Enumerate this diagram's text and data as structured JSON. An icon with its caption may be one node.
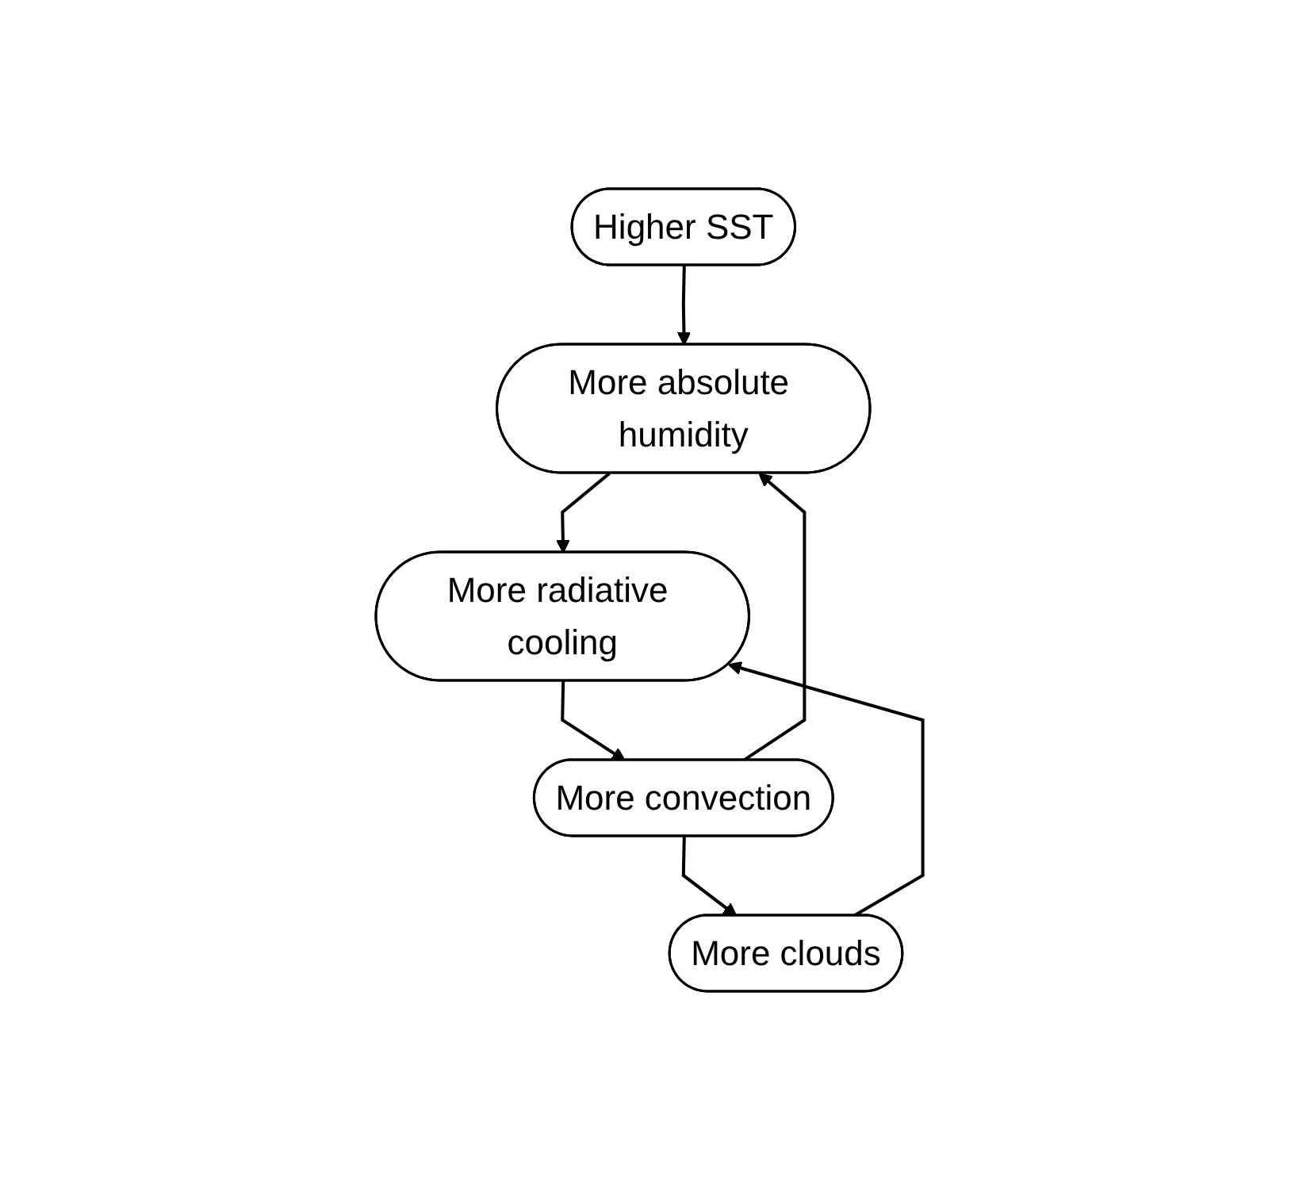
{
  "diagram": {
    "nodes": [
      {
        "text": [
          "Higher SST"
        ]
      },
      {
        "text": [
          "More absolute humidity"
        ]
      },
      {
        "text": [
          "More radiative cooling"
        ]
      },
      {
        "text": [
          "More convection"
        ]
      },
      {
        "text": [
          "More clouds"
        ]
      }
    ],
    "edges": [
      {
        "from": 0,
        "to": 1,
        "arrow": "to"
      },
      {
        "from": 1,
        "to": 2,
        "arrow": "to"
      },
      {
        "from": 2,
        "to": 3,
        "arrow": "to"
      },
      {
        "from": 3,
        "to": 4,
        "arrow": "to"
      },
      {
        "from": 4,
        "to": 2,
        "arrow": "to"
      },
      {
        "from": 3,
        "to": 1,
        "arrow": "to"
      }
    ]
  }
}
